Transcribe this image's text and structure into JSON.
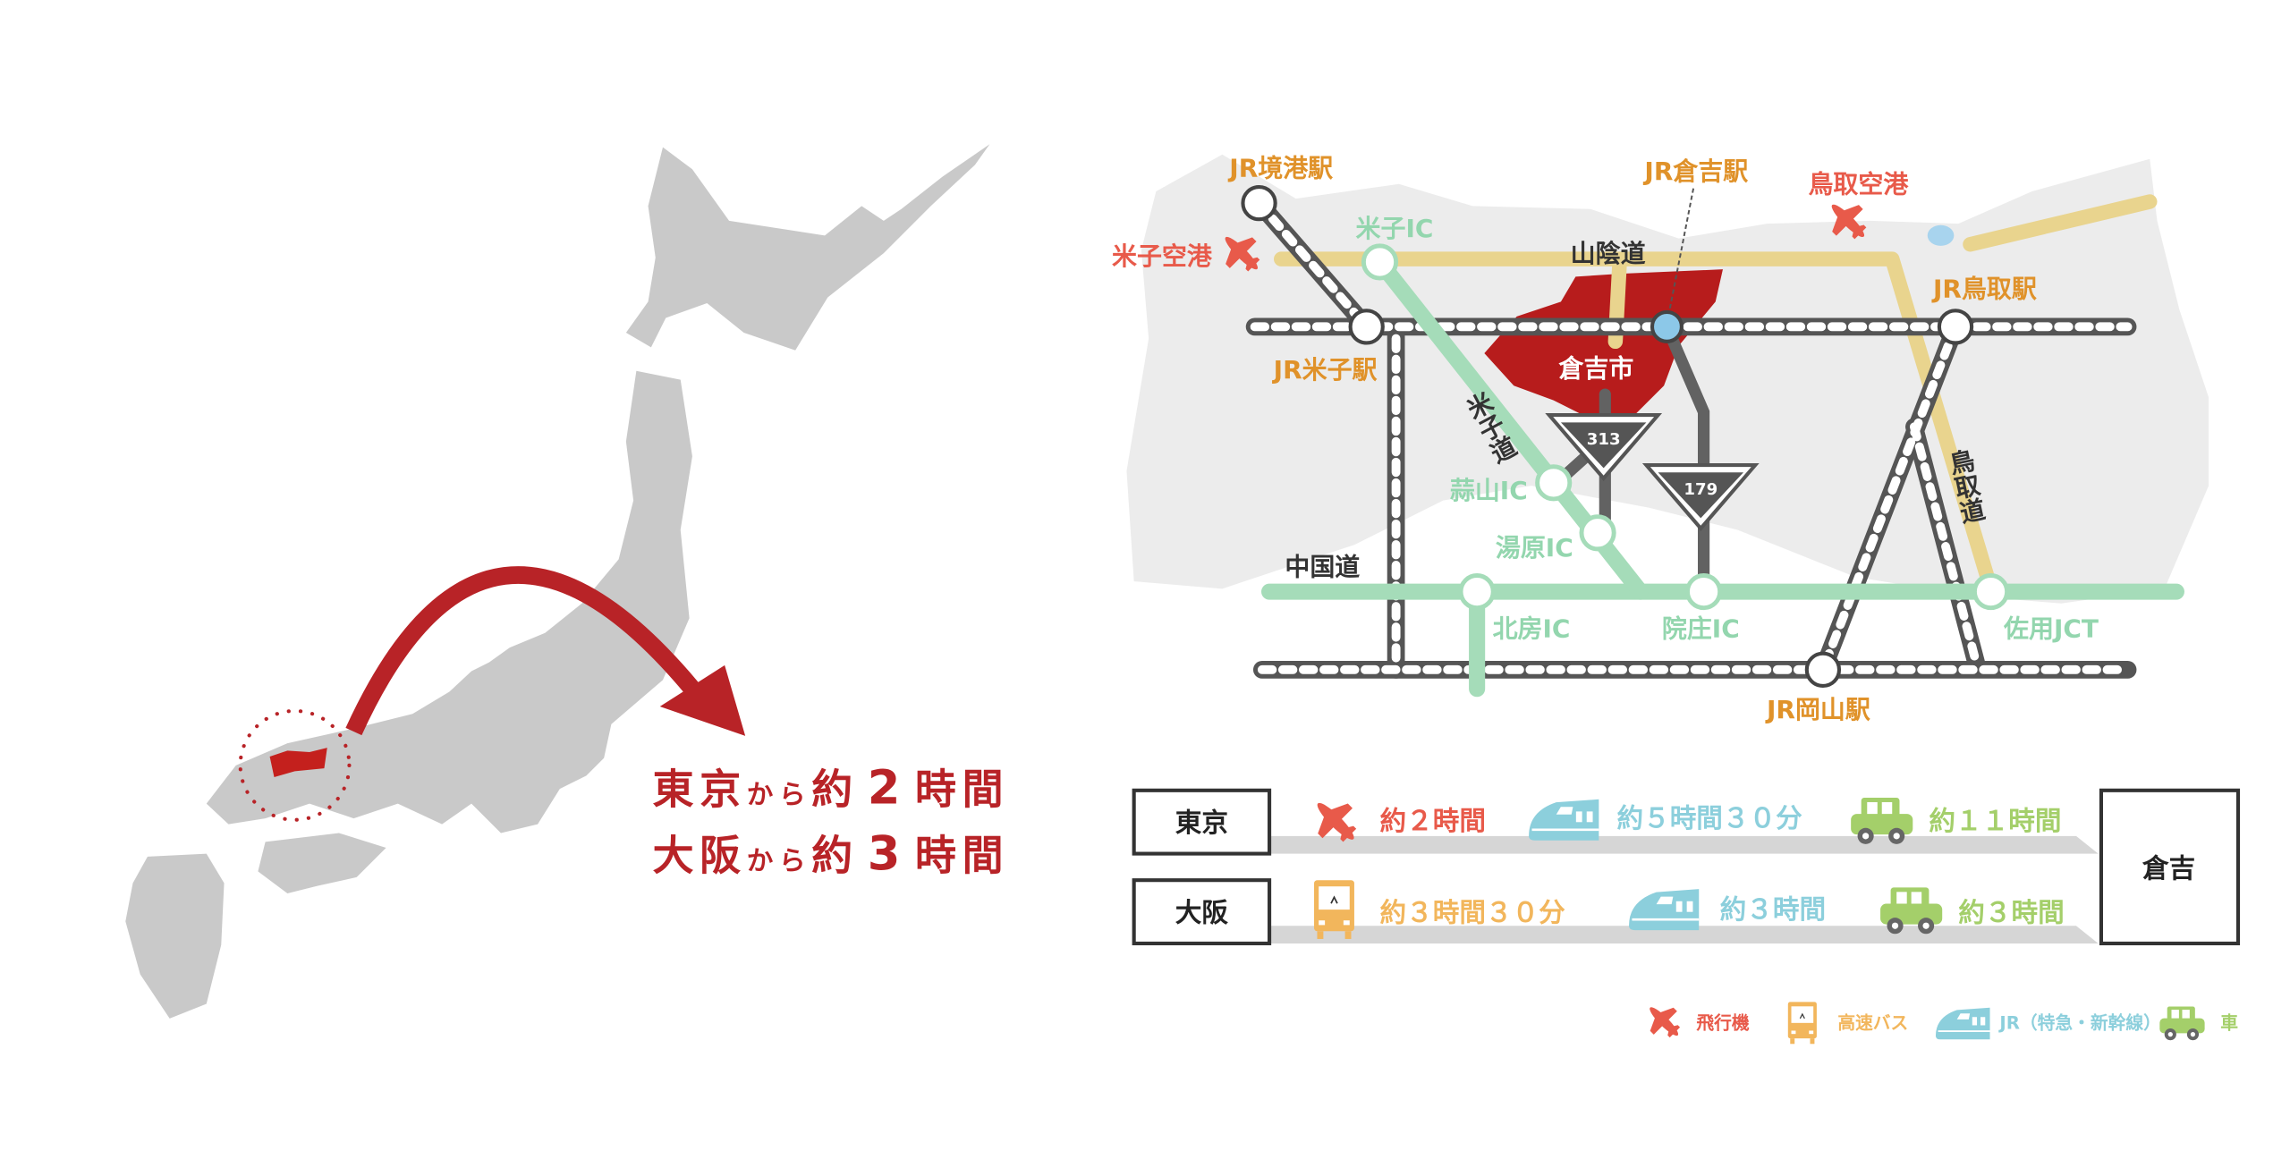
{
  "headline": {
    "tokyo": {
      "from": "東京",
      "kara": "から",
      "approx": "約",
      "num": "2",
      "unit": "時間"
    },
    "osaka": {
      "from": "大阪",
      "kara": "から",
      "approx": "約",
      "num": "3",
      "unit": "時間"
    }
  },
  "map_labels": {
    "jr_sakaiminato": "JR境港駅",
    "jr_kurayoshi": "JR倉吉駅",
    "tottori_airport": "鳥取空港",
    "yonago_airport": "米子空港",
    "yonago_ic": "米子IC",
    "sanin_road": "山陰道",
    "jr_tottori": "JR鳥取駅",
    "jr_yonago": "JR米子駅",
    "kurayoshi_city": "倉吉市",
    "yonago_road": "米子道",
    "hiruzen_ic": "蒜山IC",
    "yubara_ic": "湯原IC",
    "chugoku_road": "中国道",
    "hokubo_ic": "北房IC",
    "innosho_ic": "院庄IC",
    "sayo_jct": "佐用JCT",
    "jr_okayama": "JR岡山駅",
    "tottori_road": "鳥取道",
    "route_313": "313",
    "route_179": "179"
  },
  "travel": {
    "destination": "倉吉",
    "rows": [
      {
        "origin": "東京",
        "items": [
          {
            "icon": "plane-icon",
            "time": "約２時間"
          },
          {
            "icon": "train-icon",
            "time": "約５時間３０分"
          },
          {
            "icon": "car-icon",
            "time": "約１１時間"
          }
        ]
      },
      {
        "origin": "大阪",
        "items": [
          {
            "icon": "bus-icon",
            "time": "約３時間３０分"
          },
          {
            "icon": "train-icon",
            "time": "約３時間"
          },
          {
            "icon": "car-icon",
            "time": "約３時間"
          }
        ]
      }
    ]
  },
  "legend": [
    {
      "icon": "plane-icon",
      "label": "飛行機"
    },
    {
      "icon": "bus-icon",
      "label": "高速バス"
    },
    {
      "icon": "train-icon",
      "label": "JR（特急・新幹線）"
    },
    {
      "icon": "car-icon",
      "label": "車"
    }
  ],
  "colors": {
    "accent_red": "#b82327",
    "plane": "#e85a4a",
    "bus": "#f2b65c",
    "train": "#8ccfdc",
    "car": "#a4cf6a",
    "expressway_green": "#a5dcb9",
    "sanin_yellow": "#e9d48e",
    "rail": "#555555"
  }
}
